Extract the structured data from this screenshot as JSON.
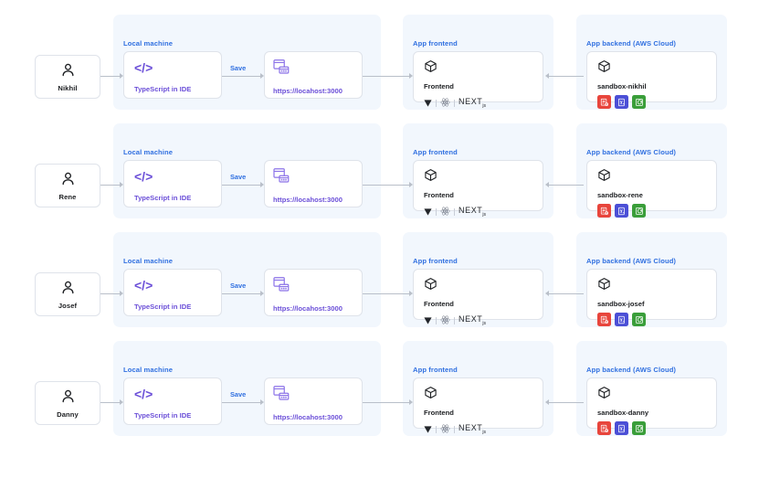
{
  "diagram": {
    "groups": {
      "local": "Local machine",
      "frontend": "App frontend",
      "backend": "App backend (AWS Cloud)"
    },
    "labels": {
      "ide": "TypeScript in IDE",
      "host": "https://locahost:3000",
      "frontend_node": "Frontend",
      "save": "Save",
      "next_name": "NEXT",
      "next_suffix": "js"
    },
    "colors": {
      "group_label": "#2f6fe0",
      "panel_bg": "#f2f7fd",
      "accent_purple": "#6b4fd8",
      "card_border": "#dfe3ea",
      "connector": "#b9bfc9",
      "aws_api_gateway": "#e8453c",
      "aws_lambda": "#4b4fd6",
      "aws_dynamodb": "#3a9e3a",
      "text_dark": "#1c1e21"
    },
    "icons": {
      "person": "person-icon",
      "code": "code-brackets-icon",
      "browser": "browser-window-icon",
      "cube": "cube-icon",
      "vercel": "vercel-triangle-icon",
      "react": "react-atom-icon",
      "aws_red": "aws-api-gateway-icon",
      "aws_blue": "aws-lambda-icon",
      "aws_green": "aws-dynamodb-icon"
    },
    "rows": [
      {
        "person": "Nikhil",
        "sandbox": "sandbox-nikhil"
      },
      {
        "person": "Rene",
        "sandbox": "sandbox-rene"
      },
      {
        "person": "Josef",
        "sandbox": "sandbox-josef"
      },
      {
        "person": "Danny",
        "sandbox": "sandbox-danny"
      }
    ]
  }
}
